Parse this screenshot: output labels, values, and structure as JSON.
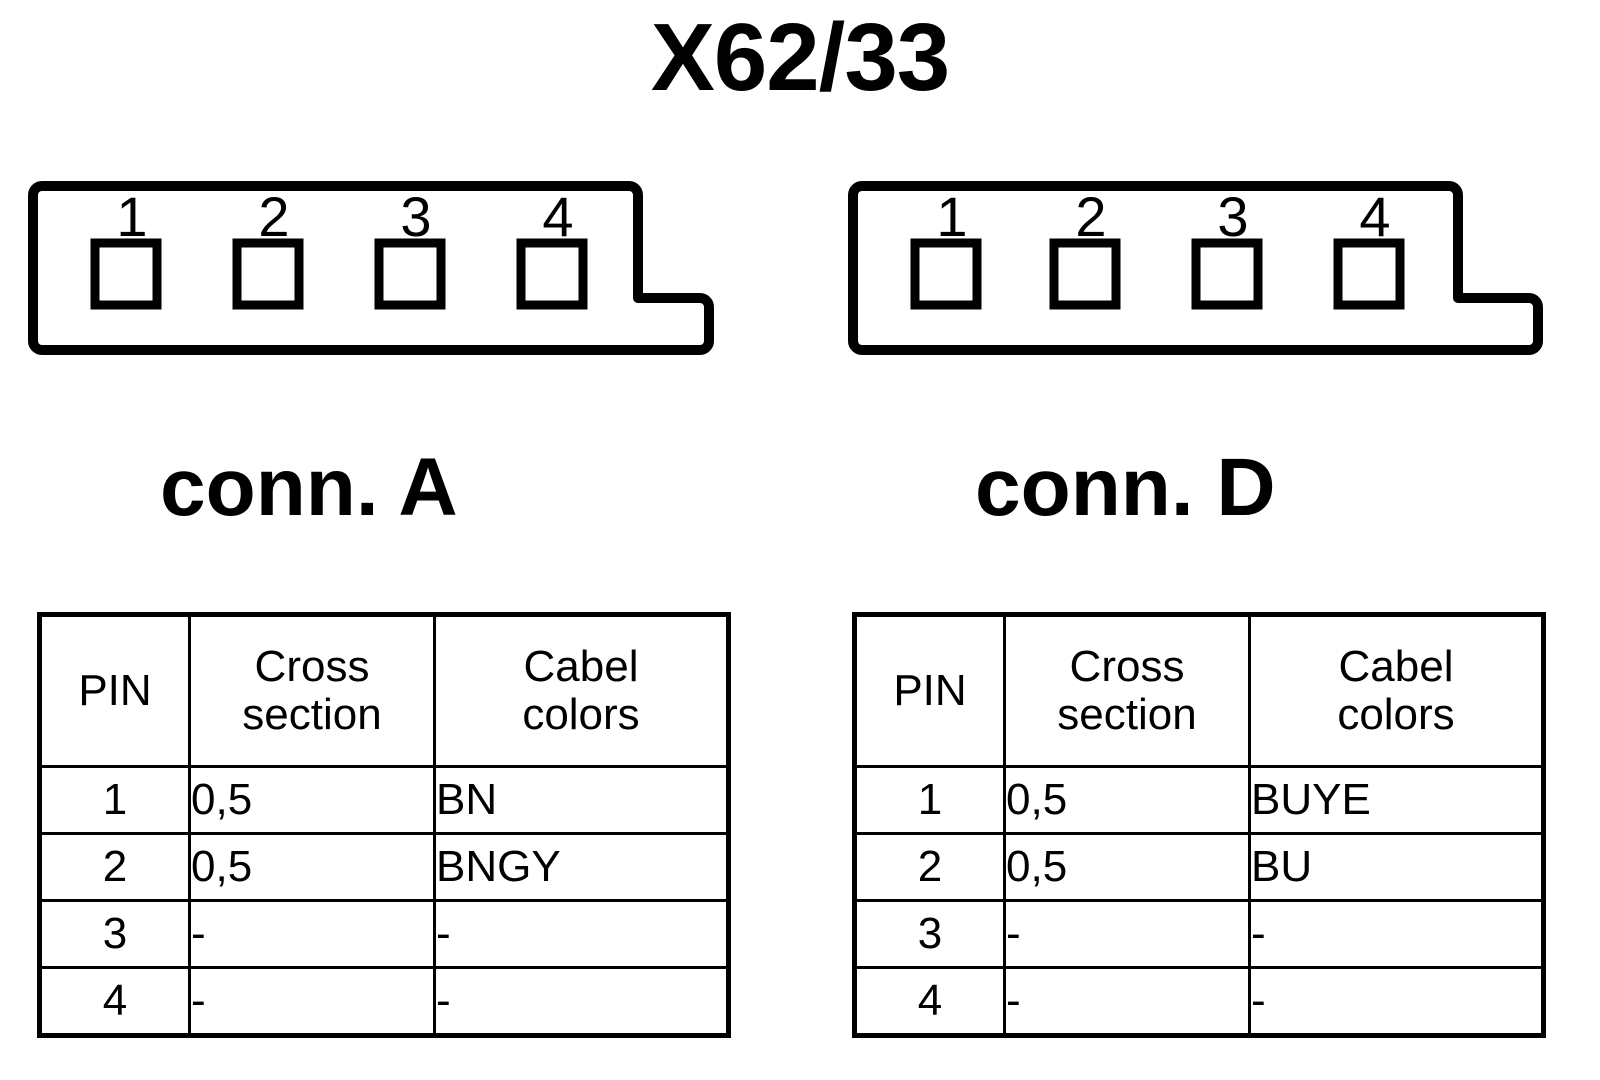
{
  "title": "X62/33",
  "connectors": [
    {
      "id": "A",
      "label": "conn. A",
      "pins": [
        "1",
        "2",
        "3",
        "4"
      ],
      "table": {
        "headers": {
          "pin": "PIN",
          "cross_section_line1": "Cross",
          "cross_section_line2": "section",
          "cable_colors_line1": "Cabel",
          "cable_colors_line2": "colors"
        },
        "rows": [
          {
            "pin": "1",
            "cross_section": "0,5",
            "cable_color": "BN"
          },
          {
            "pin": "2",
            "cross_section": "0,5",
            "cable_color": "BNGY"
          },
          {
            "pin": "3",
            "cross_section": "-",
            "cable_color": "-"
          },
          {
            "pin": "4",
            "cross_section": "-",
            "cable_color": "-"
          }
        ]
      }
    },
    {
      "id": "D",
      "label": "conn. D",
      "pins": [
        "1",
        "2",
        "3",
        "4"
      ],
      "table": {
        "headers": {
          "pin": "PIN",
          "cross_section_line1": "Cross",
          "cross_section_line2": "section",
          "cable_colors_line1": "Cabel",
          "cable_colors_line2": "colors"
        },
        "rows": [
          {
            "pin": "1",
            "cross_section": "0,5",
            "cable_color": "BUYE"
          },
          {
            "pin": "2",
            "cross_section": "0,5",
            "cable_color": "BU"
          },
          {
            "pin": "3",
            "cross_section": "-",
            "cable_color": "-"
          },
          {
            "pin": "4",
            "cross_section": "-",
            "cable_color": "-"
          }
        ]
      }
    }
  ],
  "colors": {
    "line": "#000000",
    "background": "#ffffff"
  }
}
